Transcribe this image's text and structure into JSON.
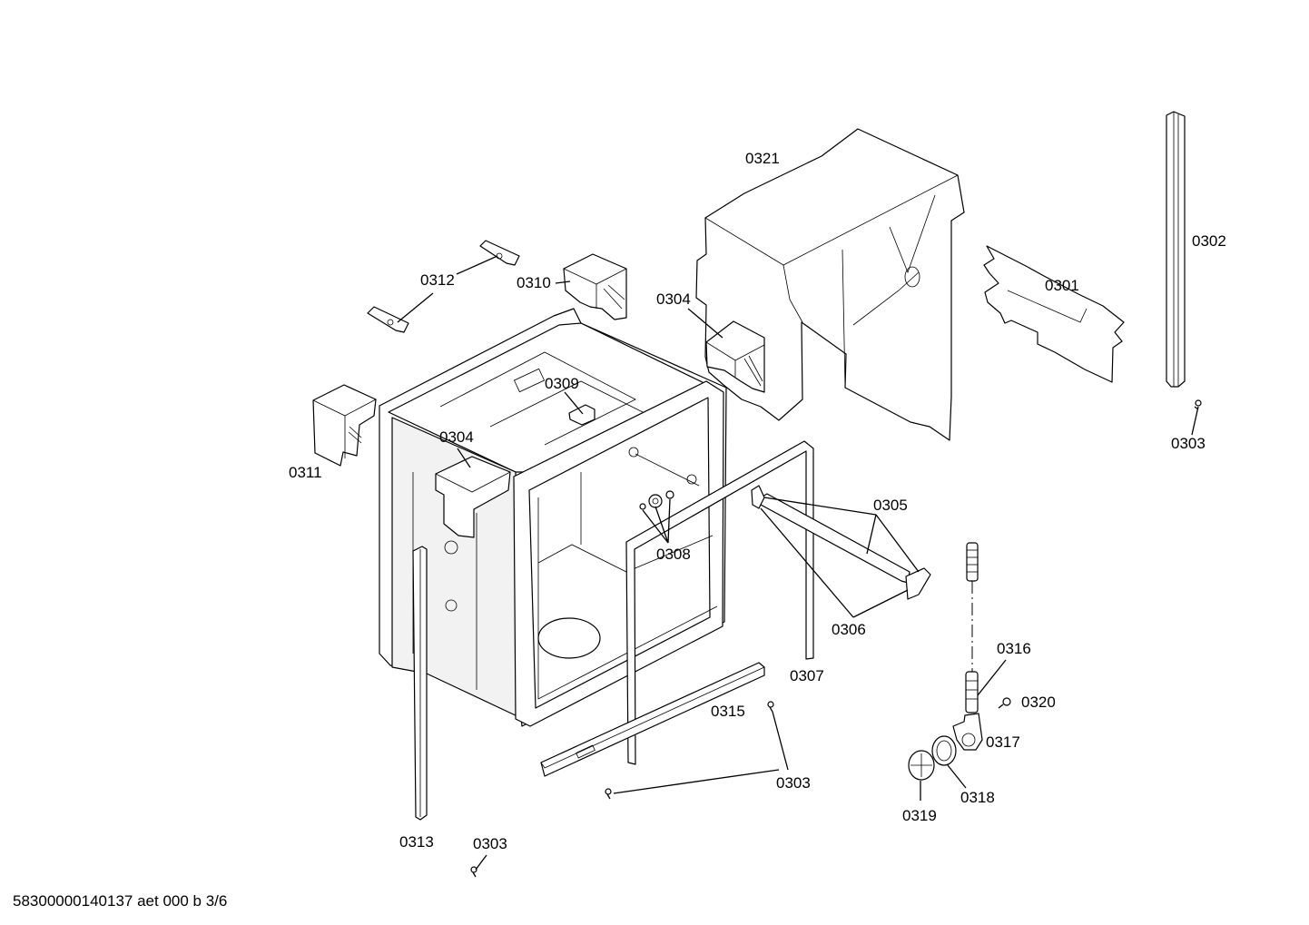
{
  "document_id": "58300000140137 aet 000 b 3/6",
  "labels": {
    "l0321": "0321",
    "l0302": "0302",
    "l0301": "0301",
    "l0304a": "0304",
    "l0312": "0312",
    "l0310": "0310",
    "l0309": "0309",
    "l0304b": "0304",
    "l0311": "0311",
    "l0303a": "0303",
    "l0305": "0305",
    "l0308": "0308",
    "l0306": "0306",
    "l0307": "0307",
    "l0316": "0316",
    "l0315": "0315",
    "l0320": "0320",
    "l0303b": "0303",
    "l0317": "0317",
    "l0318": "0318",
    "l0319": "0319",
    "l0313": "0313",
    "l0303c": "0303"
  }
}
